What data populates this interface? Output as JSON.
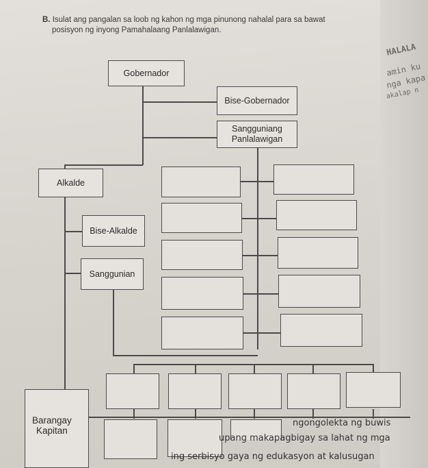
{
  "instructions": {
    "label": "B.",
    "line1": "Isulat ang pangalan sa loob ng kahon ng mga pinunong nahalal para sa bawat",
    "line2": "posisyon ng inyong Pamahalaang Panlalawigan."
  },
  "chart": {
    "gobernador": "Gobernador",
    "bise_gobernador": "Bise-Gobernador",
    "sangguniang_panlalawigan_1": "Sangguniang",
    "sangguniang_panlalawigan_2": "Panlalawigan",
    "alkalde": "Alkalde",
    "bise_alkalde": "Bise-Alkalde",
    "sanggunian": "Sanggunian",
    "barangay_kapitan_1": "Barangay",
    "barangay_kapitan_2": "Kapitan"
  },
  "side_page": {
    "line1": "HALALA",
    "line2": "amin ku",
    "line3": "nga kapa",
    "line4": "akalap n"
  },
  "bottom_text": {
    "line1": "ngongolekta ng buwis",
    "line2": "upang makapagbigay sa lahat ng mga",
    "line3": "ing serbisyo gaya ng edukasyon at kalusugan"
  }
}
